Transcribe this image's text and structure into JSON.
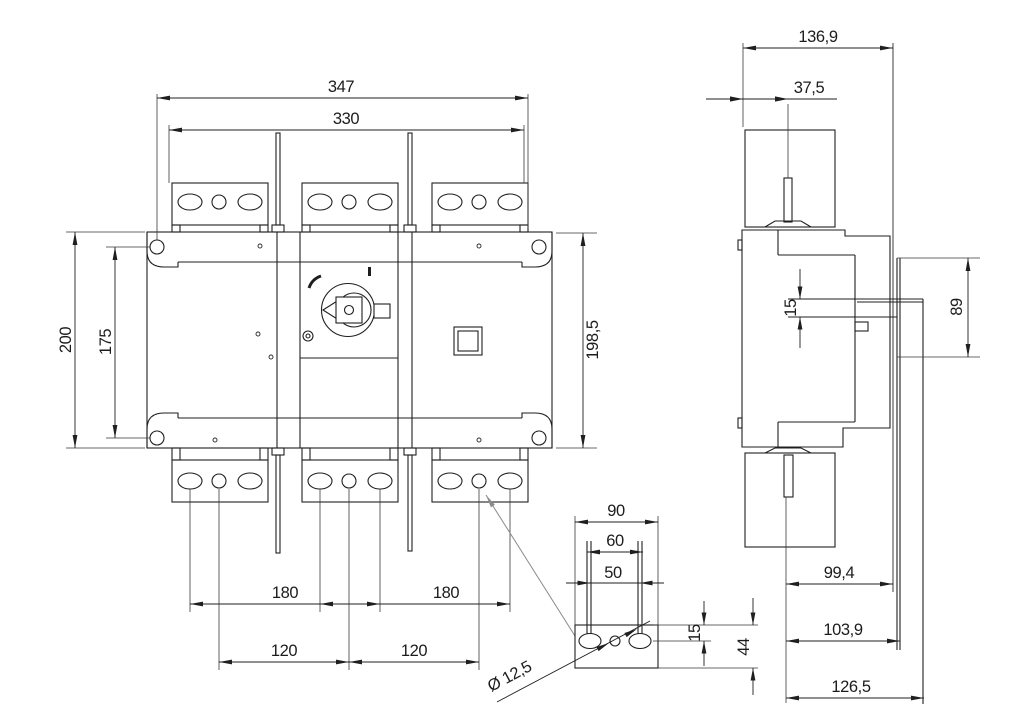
{
  "colors": {
    "line": "#1f1f1f",
    "leader": "#8a8a8a",
    "background": "#ffffff"
  },
  "dimensions": {
    "front": {
      "overall_width": "347",
      "terminal_span": "330",
      "height_left": "200",
      "mount_hole_pitch": "175",
      "height_right": "198,5",
      "slot_pitch_a": "180",
      "slot_pitch_b": "180",
      "pole_pitch_a": "120",
      "pole_pitch_b": "120",
      "hole_diameter": "Ø  12,5"
    },
    "detail": {
      "width": "90",
      "pin_span": "60",
      "slot_span": "50",
      "hole_offset": "15",
      "height": "44"
    },
    "side": {
      "overall_depth": "136,9",
      "terminal_offset": "37,5",
      "shaft_slot": "15",
      "bracket_height": "89",
      "depth_a": "99,4",
      "depth_b": "103,9",
      "depth_c": "126,5"
    }
  }
}
